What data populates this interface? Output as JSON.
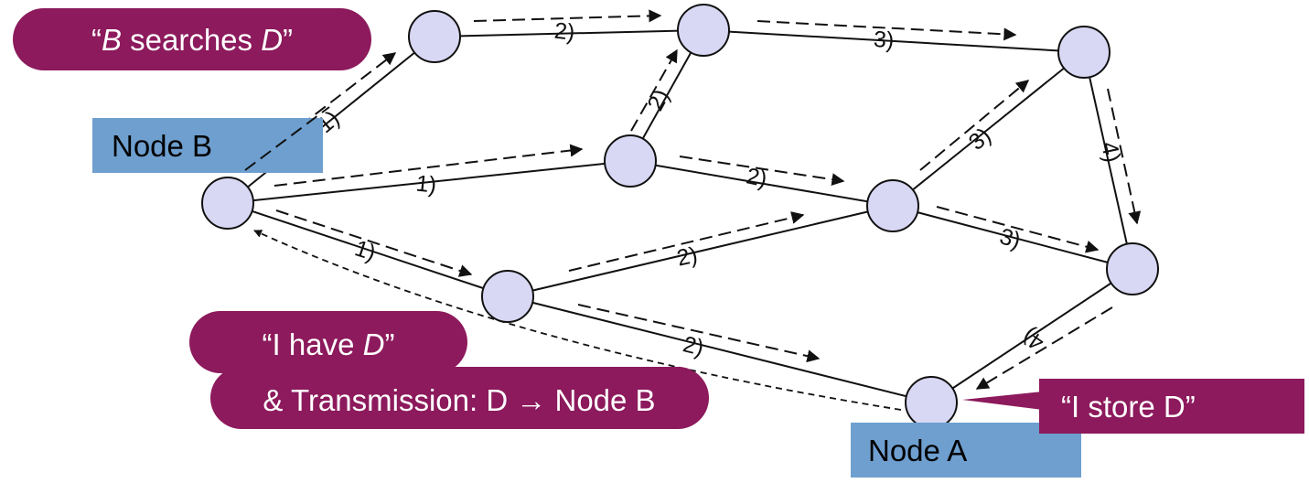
{
  "colors": {
    "node_fill": "#d8d8f4",
    "bubble": "#8c1a5c",
    "label_box": "#6e9fcf",
    "line": "#111111"
  },
  "callouts": {
    "search": {
      "pre": "“",
      "node": "B",
      "mid": " searches ",
      "item": "D",
      "post": "”"
    },
    "have": {
      "pre": "“I have ",
      "item": "D",
      "post": "”"
    },
    "transmission": "& Transmission: D → Node B",
    "store": "“I store D”"
  },
  "labels": {
    "node_b": "Node B",
    "node_a": "Node A"
  },
  "step_labels": [
    "1)",
    "2)",
    "3)",
    "4)"
  ]
}
